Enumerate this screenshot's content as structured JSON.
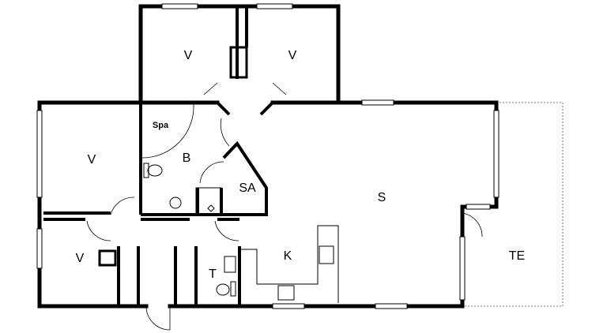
{
  "rooms": {
    "v_top_left": "V",
    "v_top_right": "V",
    "spa": "Spa",
    "b": "B",
    "sa": "SA",
    "v_left": "V",
    "v_bottom_left": "V",
    "s": "S",
    "k": "K",
    "t": "T",
    "te": "TE"
  },
  "colors": {
    "wall": "#000000",
    "window": "#9a9a9a",
    "terrace": "#7a7a7a"
  }
}
